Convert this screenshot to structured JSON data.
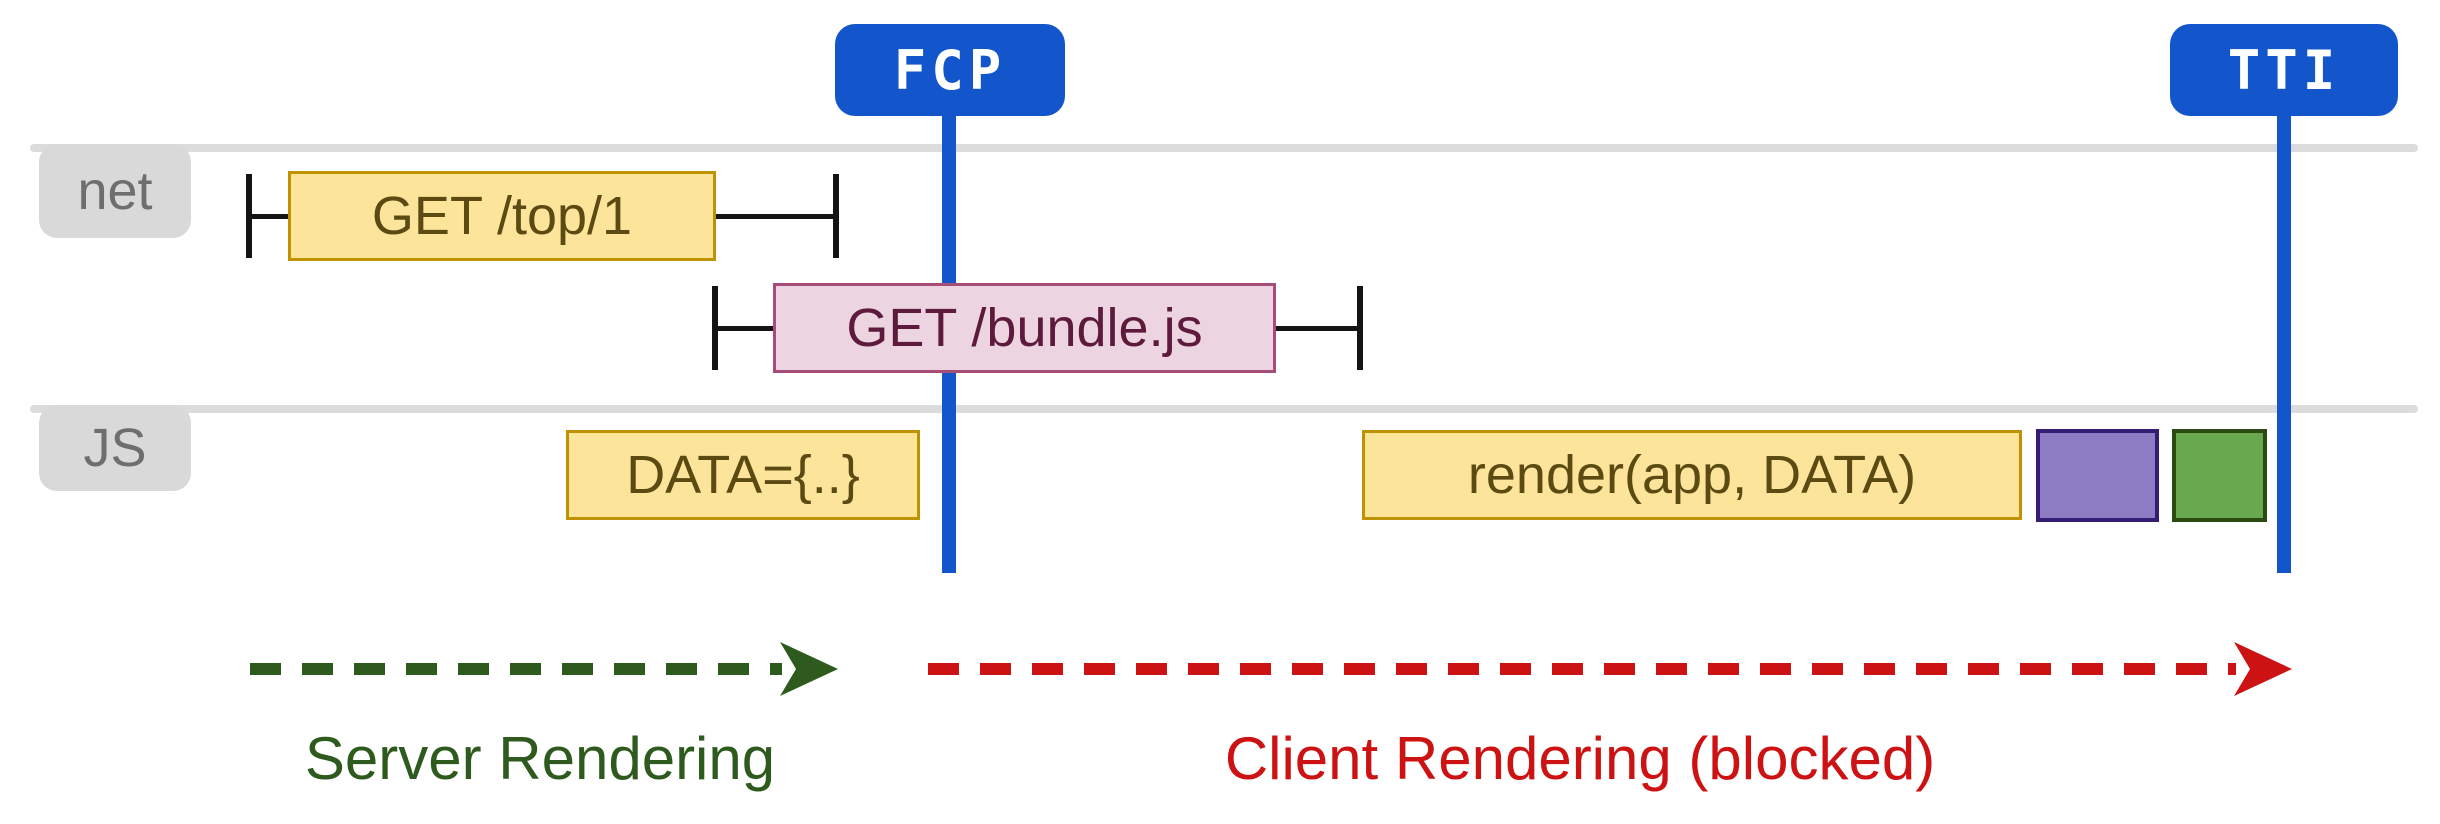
{
  "markers": {
    "fcp": {
      "label": "FCP"
    },
    "tti": {
      "label": "TTI"
    }
  },
  "lanes": {
    "net": {
      "label": "net"
    },
    "js": {
      "label": "JS"
    }
  },
  "events": {
    "get_top": {
      "label": "GET /top/1"
    },
    "get_bundle": {
      "label": "GET /bundle.js"
    },
    "data": {
      "label": "DATA={..}"
    },
    "render": {
      "label": "render(app, DATA)"
    },
    "task_purple": {
      "label": ""
    },
    "task_green": {
      "label": ""
    }
  },
  "phases": {
    "server": {
      "label": "Server Rendering"
    },
    "client": {
      "label": "Client Rendering (blocked)"
    }
  },
  "colors": {
    "marker_blue": "#1356cb",
    "lane_line_gray": "#dcdcdc",
    "lane_tab_gray": "#d9d9d9",
    "lane_tab_text": "#6e6e6e",
    "event_yellow_fill": "#fde49b",
    "event_yellow_border": "#bf9202",
    "event_yellow_text": "#5b4a12",
    "event_pink_fill": "#ecd5e0",
    "event_pink_border": "#a64d79",
    "event_pink_text": "#5e1a3d",
    "event_purple_fill": "#8d7cc4",
    "event_purple_border": "#351c75",
    "event_green_fill": "#6aa84f",
    "event_green_border": "#2b4a12",
    "whisker_black": "#141414",
    "phase_server_green": "#2f5a1e",
    "phase_client_red": "#cc1212"
  }
}
